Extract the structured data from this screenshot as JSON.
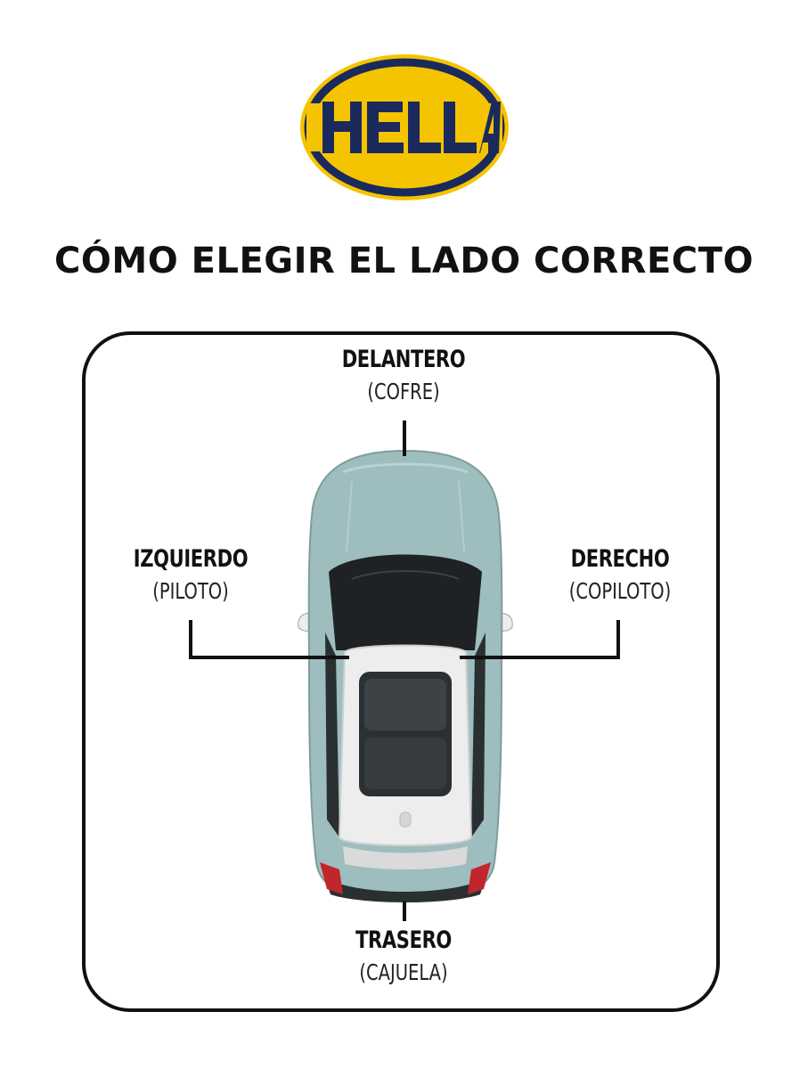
{
  "brand": {
    "logo_text": "HELLA",
    "colors": {
      "yellow": "#F5C400",
      "navy": "#1B2A5C"
    }
  },
  "title": "CÓMO ELEGIR EL LADO CORRECTO",
  "labels": {
    "front": {
      "name": "DELANTERO",
      "sub": "(COFRE)"
    },
    "left": {
      "name": "IZQUIERDO",
      "sub": "(PILOTO)"
    },
    "right": {
      "name": "DERECHO",
      "sub": "(COPILOTO)"
    },
    "rear": {
      "name": "TRASERO",
      "sub": "(CAJUELA)"
    }
  },
  "car": {
    "description_icon": "car-top-view",
    "body_color": "#9DBDBE",
    "roof_color": "#EDEDED",
    "glass_color": "#1E2224",
    "taillight_color": "#C0262B"
  }
}
